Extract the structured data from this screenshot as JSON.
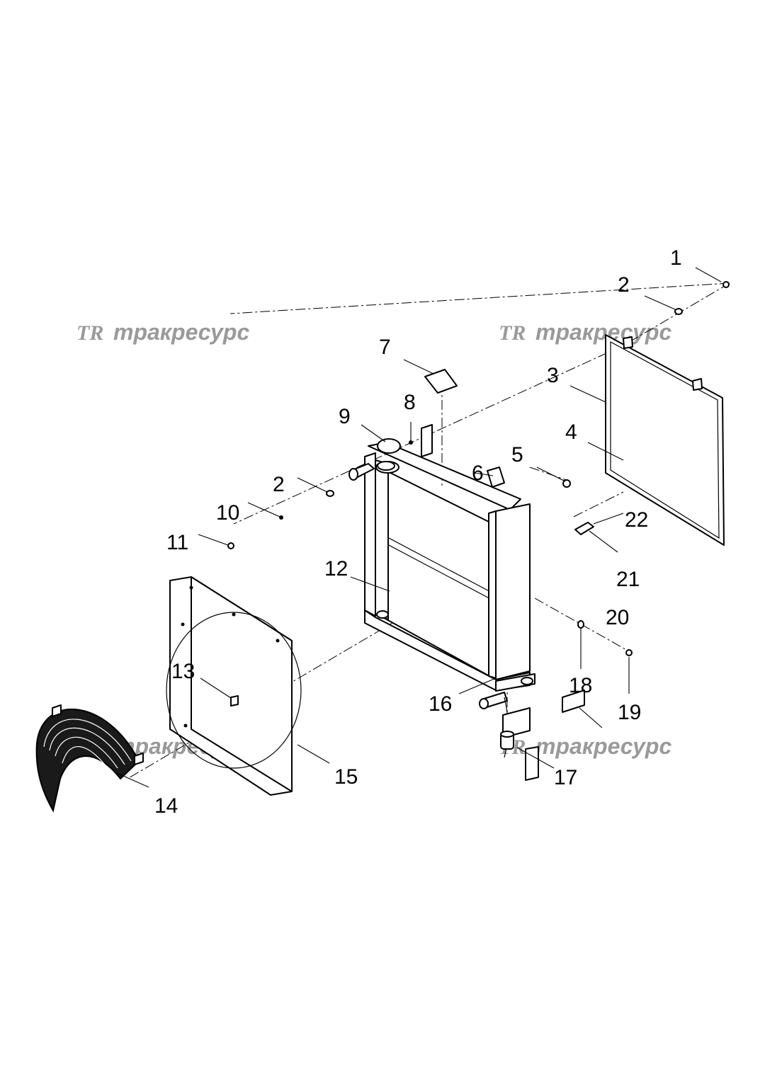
{
  "watermarks": [
    {
      "logo": "TR",
      "text": "тракресурс"
    },
    {
      "logo": "TR",
      "text": "тракресурс"
    },
    {
      "logo": "TR",
      "text": "тракресурс"
    },
    {
      "logo": "TR",
      "text": "тракресурс"
    }
  ],
  "callouts": [
    "1",
    "2",
    "3",
    "4",
    "5",
    "6",
    "7",
    "8",
    "9",
    "2",
    "10",
    "11",
    "12",
    "13",
    "14",
    "15",
    "16",
    "17",
    "18",
    "19",
    "20",
    "21",
    "22"
  ]
}
